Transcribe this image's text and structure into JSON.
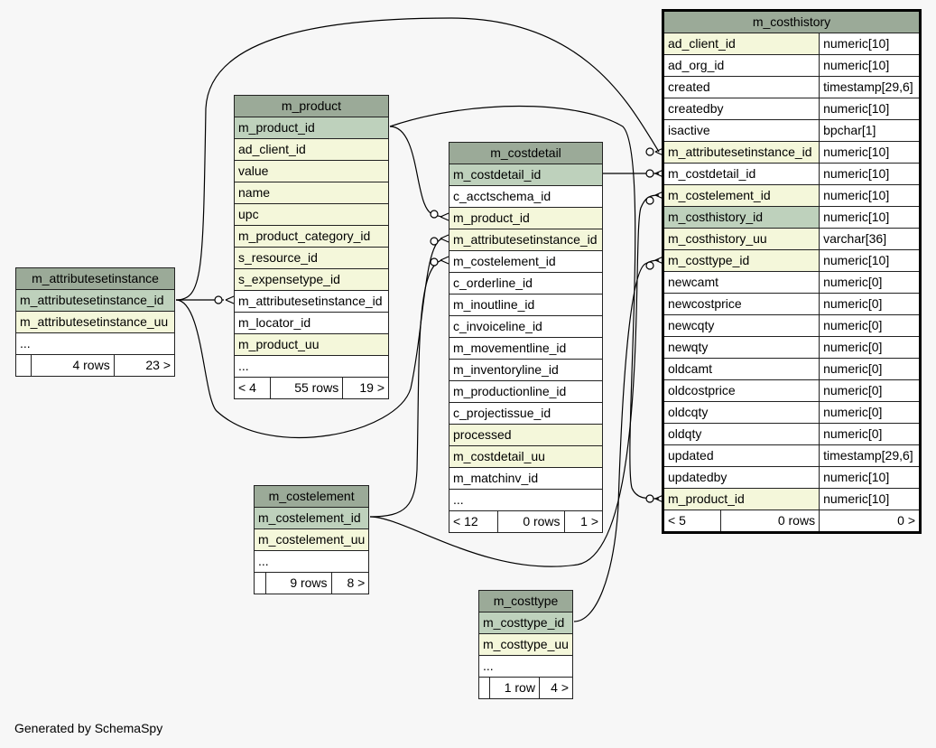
{
  "footer": "Generated by SchemaSpy",
  "tables": {
    "m_costhistory": {
      "name": "m_costhistory",
      "columns": [
        {
          "name": "ad_client_id",
          "type": "numeric[10]",
          "kind": "fk"
        },
        {
          "name": "ad_org_id",
          "type": "numeric[10]",
          "kind": "plain"
        },
        {
          "name": "created",
          "type": "timestamp[29,6]",
          "kind": "plain"
        },
        {
          "name": "createdby",
          "type": "numeric[10]",
          "kind": "plain"
        },
        {
          "name": "isactive",
          "type": "bpchar[1]",
          "kind": "plain"
        },
        {
          "name": "m_attributesetinstance_id",
          "type": "numeric[10]",
          "kind": "fk"
        },
        {
          "name": "m_costdetail_id",
          "type": "numeric[10]",
          "kind": "plain"
        },
        {
          "name": "m_costelement_id",
          "type": "numeric[10]",
          "kind": "fk"
        },
        {
          "name": "m_costhistory_id",
          "type": "numeric[10]",
          "kind": "pk"
        },
        {
          "name": "m_costhistory_uu",
          "type": "varchar[36]",
          "kind": "fk"
        },
        {
          "name": "m_costtype_id",
          "type": "numeric[10]",
          "kind": "fk"
        },
        {
          "name": "newcamt",
          "type": "numeric[0]",
          "kind": "plain"
        },
        {
          "name": "newcostprice",
          "type": "numeric[0]",
          "kind": "plain"
        },
        {
          "name": "newcqty",
          "type": "numeric[0]",
          "kind": "plain"
        },
        {
          "name": "newqty",
          "type": "numeric[0]",
          "kind": "plain"
        },
        {
          "name": "oldcamt",
          "type": "numeric[0]",
          "kind": "plain"
        },
        {
          "name": "oldcostprice",
          "type": "numeric[0]",
          "kind": "plain"
        },
        {
          "name": "oldcqty",
          "type": "numeric[0]",
          "kind": "plain"
        },
        {
          "name": "oldqty",
          "type": "numeric[0]",
          "kind": "plain"
        },
        {
          "name": "updated",
          "type": "timestamp[29,6]",
          "kind": "plain"
        },
        {
          "name": "updatedby",
          "type": "numeric[10]",
          "kind": "plain"
        },
        {
          "name": "m_product_id",
          "type": "numeric[10]",
          "kind": "fk"
        }
      ],
      "footer": {
        "left": "< 5",
        "middle": "0 rows",
        "right": "0 >"
      }
    },
    "m_product": {
      "name": "m_product",
      "columns": [
        {
          "name": "m_product_id",
          "kind": "pk"
        },
        {
          "name": "ad_client_id",
          "kind": "fk"
        },
        {
          "name": "value",
          "kind": "fk"
        },
        {
          "name": "name",
          "kind": "fk"
        },
        {
          "name": "upc",
          "kind": "fk"
        },
        {
          "name": "m_product_category_id",
          "kind": "fk"
        },
        {
          "name": "s_resource_id",
          "kind": "fk"
        },
        {
          "name": "s_expensetype_id",
          "kind": "fk"
        },
        {
          "name": "m_attributesetinstance_id",
          "kind": "plain"
        },
        {
          "name": "m_locator_id",
          "kind": "plain"
        },
        {
          "name": "m_product_uu",
          "kind": "fk"
        },
        {
          "name": "...",
          "kind": "plain"
        }
      ],
      "footer": {
        "left": "< 4",
        "middle": "55 rows",
        "right": "19 >"
      }
    },
    "m_costdetail": {
      "name": "m_costdetail",
      "columns": [
        {
          "name": "m_costdetail_id",
          "kind": "pk"
        },
        {
          "name": "c_acctschema_id",
          "kind": "plain"
        },
        {
          "name": "m_product_id",
          "kind": "fk"
        },
        {
          "name": "m_attributesetinstance_id",
          "kind": "fk"
        },
        {
          "name": "m_costelement_id",
          "kind": "plain"
        },
        {
          "name": "c_orderline_id",
          "kind": "plain"
        },
        {
          "name": "m_inoutline_id",
          "kind": "plain"
        },
        {
          "name": "c_invoiceline_id",
          "kind": "plain"
        },
        {
          "name": "m_movementline_id",
          "kind": "plain"
        },
        {
          "name": "m_inventoryline_id",
          "kind": "plain"
        },
        {
          "name": "m_productionline_id",
          "kind": "plain"
        },
        {
          "name": "c_projectissue_id",
          "kind": "plain"
        },
        {
          "name": "processed",
          "kind": "fk"
        },
        {
          "name": "m_costdetail_uu",
          "kind": "fk"
        },
        {
          "name": "m_matchinv_id",
          "kind": "plain"
        },
        {
          "name": "...",
          "kind": "plain"
        }
      ],
      "footer": {
        "left": "< 12",
        "middle": "0 rows",
        "right": "1 >"
      }
    },
    "m_attributesetinstance": {
      "name": "m_attributesetinstance",
      "columns": [
        {
          "name": "m_attributesetinstance_id",
          "kind": "pk"
        },
        {
          "name": "m_attributesetinstance_uu",
          "kind": "fk"
        },
        {
          "name": "...",
          "kind": "plain"
        }
      ],
      "footer": {
        "left": "",
        "middle": "4 rows",
        "right": "23 >"
      }
    },
    "m_costelement": {
      "name": "m_costelement",
      "columns": [
        {
          "name": "m_costelement_id",
          "kind": "pk"
        },
        {
          "name": "m_costelement_uu",
          "kind": "fk"
        },
        {
          "name": "...",
          "kind": "plain"
        }
      ],
      "footer": {
        "left": "",
        "middle": "9 rows",
        "right": "8 >"
      }
    },
    "m_costtype": {
      "name": "m_costtype",
      "columns": [
        {
          "name": "m_costtype_id",
          "kind": "pk"
        },
        {
          "name": "m_costtype_uu",
          "kind": "fk"
        },
        {
          "name": "...",
          "kind": "plain"
        }
      ],
      "footer": {
        "left": "",
        "middle": "1 row",
        "right": "4 >"
      }
    }
  }
}
